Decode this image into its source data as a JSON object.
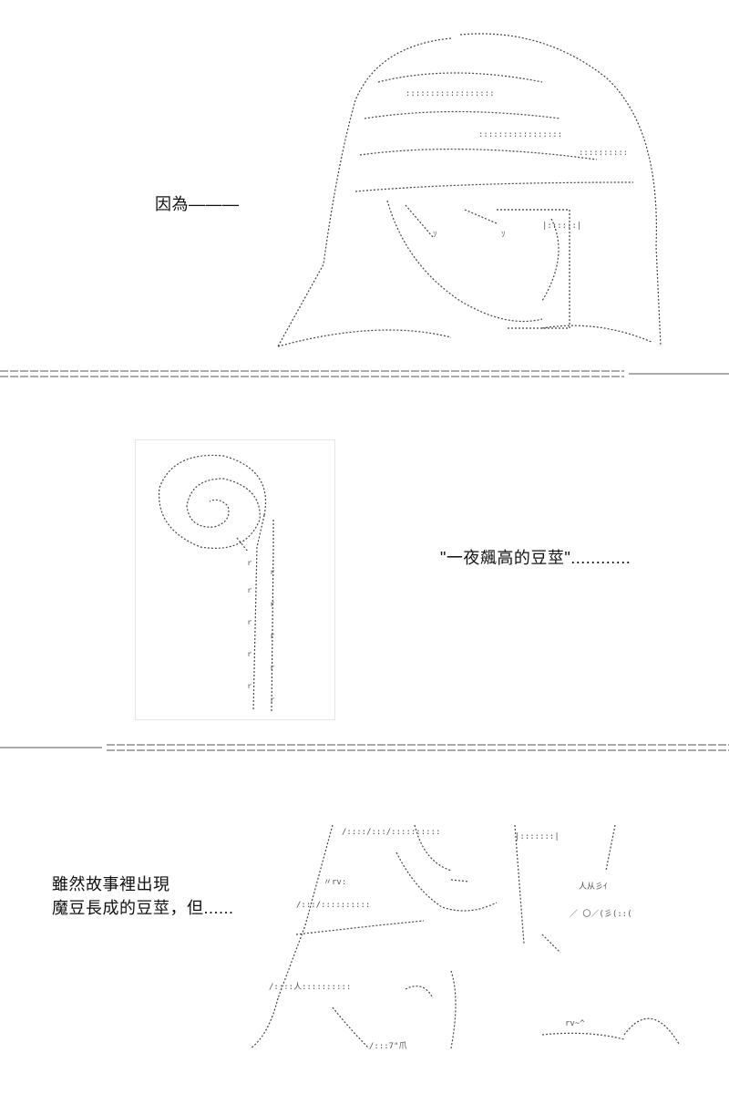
{
  "panel1": {
    "caption": "因為———",
    "art_label": "ascii-art character with hand on cheek"
  },
  "divider1": {
    "pattern": "===================================================———————"
  },
  "panel2": {
    "caption": "\"一夜飆高的豆莖\"............"
  },
  "divider2": {
    "pattern": "———————====================================================="
  },
  "panel3": {
    "caption_line1": "雖然故事裡出現",
    "caption_line2": "魔豆長成的豆莖，但......"
  },
  "colors": {
    "ink": "#333333",
    "background": "#ffffff"
  }
}
